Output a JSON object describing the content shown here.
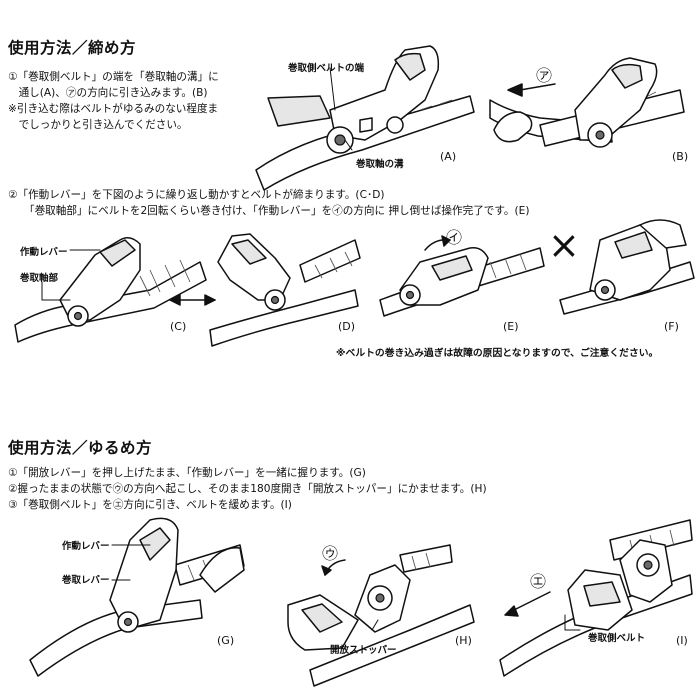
{
  "section1": {
    "title": "使用方法／締め方",
    "lines": [
      "①「巻取側ベルト」の端を「巻取軸の溝」に",
      "　通し(A)、㋐の方向に引き込みます。(B)",
      "※引き込む際はベルトがゆるみのない程度ま",
      "　でしっかりと引き込んでください。"
    ],
    "step2": [
      "②「作動レバー」を下図のように繰り返し動かすとベルトが締まります。(C･D)",
      "「巻取軸部」にベルトを2回転くらい巻き付け、「作動レバー」を㋑の方向に 押し倒せば操作完了です。(E)"
    ],
    "note": "※ベルトの巻き込み過ぎは故障の原因となりますので、ご注意ください。"
  },
  "section2": {
    "title": "使用方法／ゆるめ方",
    "lines": [
      "①「開放レバー」を押し上げたまま、「作動レバー」を一緒に握ります。(G)",
      "②握ったままの状態で㋒の方向へ起こし、そのまま180度開き「開放ストッパー」にかませます。(H)",
      "③「巻取側ベルト」を㋓方向に引き、ベルトを緩めます。(I)"
    ]
  },
  "labels": {
    "belt_end": "巻取側ベルトの端",
    "axis_groove": "巻取軸の溝",
    "lever": "作動レバー",
    "axis_part": "巻取軸部",
    "lever2": "作動レバー",
    "release_lever": "巻取レバー",
    "release_stopper": "開放ストッパー",
    "take_belt": "巻取側ベルト"
  },
  "marks": {
    "a": "㋐",
    "i": "㋑",
    "u": "㋒",
    "e": "㋓",
    "x": "×"
  },
  "figures": {
    "A": "(A)",
    "B": "(B)",
    "C": "(C)",
    "D": "(D)",
    "E": "(E)",
    "F": "(F)",
    "G": "(G)",
    "H": "(H)",
    "I": "(I)"
  },
  "colors": {
    "ink": "#111111",
    "shade": "#e6e6e6",
    "dark": "#6a6a6a"
  }
}
